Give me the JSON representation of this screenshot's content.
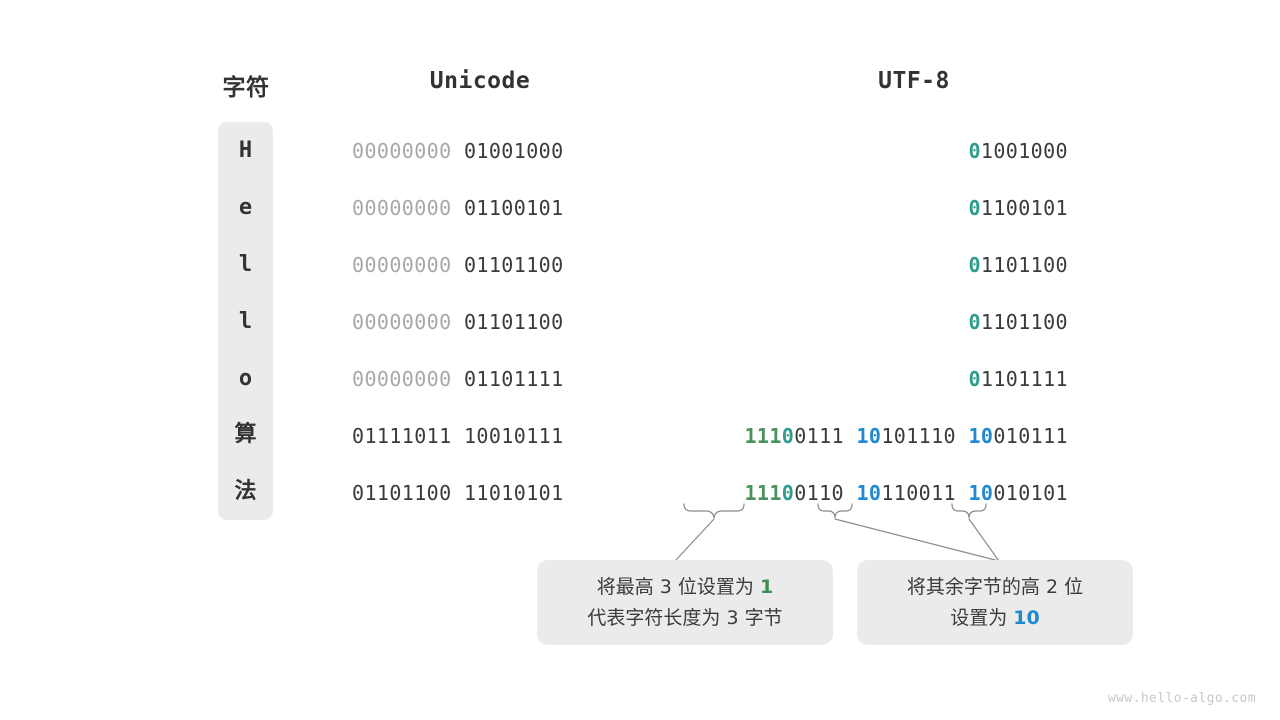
{
  "headers": {
    "char": "字符",
    "unicode": "Unicode",
    "utf8": "UTF-8"
  },
  "rows": [
    {
      "char": "H",
      "unicode_high": "00000000",
      "unicode_low": "01001000",
      "utf8_marker": "0",
      "utf8_rest": "1001000"
    },
    {
      "char": "e",
      "unicode_high": "00000000",
      "unicode_low": "01100101",
      "utf8_marker": "0",
      "utf8_rest": "1100101"
    },
    {
      "char": "l",
      "unicode_high": "00000000",
      "unicode_low": "01101100",
      "utf8_marker": "0",
      "utf8_rest": "1101100"
    },
    {
      "char": "l",
      "unicode_high": "00000000",
      "unicode_low": "01101100",
      "utf8_marker": "0",
      "utf8_rest": "1101100"
    },
    {
      "char": "o",
      "unicode_high": "00000000",
      "unicode_low": "01101111",
      "utf8_marker": "0",
      "utf8_rest": "1101111"
    },
    {
      "char": "算",
      "unicode_high": "01111011",
      "unicode_low": "10010111",
      "utf8_b1_len": "111",
      "utf8_b1_zero": "0",
      "utf8_b1_rest": "0111",
      "utf8_b2_mark": "10",
      "utf8_b2_rest": "101110",
      "utf8_b3_mark": "10",
      "utf8_b3_rest": "010111"
    },
    {
      "char": "法",
      "unicode_high": "01101100",
      "unicode_low": "11010101",
      "utf8_b1_len": "111",
      "utf8_b1_zero": "0",
      "utf8_b1_rest": "0110",
      "utf8_b2_mark": "10",
      "utf8_b2_rest": "110011",
      "utf8_b3_mark": "10",
      "utf8_b3_rest": "010101"
    }
  ],
  "notes": {
    "left": {
      "line1_a": "将最高 3 位设置为 ",
      "line1_hl": "1",
      "line2": "代表字符长度为 3 字节"
    },
    "right": {
      "line1": "将其余字节的高 2 位",
      "line2_a": "设置为 ",
      "line2_hl": "10"
    }
  },
  "watermark": "www.hello-algo.com",
  "colors": {
    "length_marker": "#4a9160",
    "ascii_marker": "#2f9e8b",
    "continuation_marker": "#1f8ad0",
    "panel": "#ebebeb",
    "text": "#3b3b3b",
    "dim": "#a8a8a8"
  }
}
